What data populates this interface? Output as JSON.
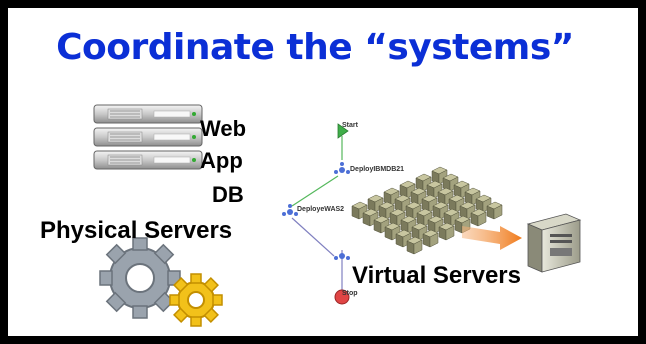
{
  "slide": {
    "title": "Coordinate the “systems”"
  },
  "labels": {
    "web": "Web",
    "app": "App",
    "db": "DB",
    "physical_servers": "Physical Servers",
    "virtual_servers": "Virtual Servers"
  },
  "workflow": {
    "start": "Start",
    "node1": "DeployIBMDB21",
    "node2": "DeployeWAS2",
    "stop": "Stop"
  },
  "icons": [
    "server-rack-icon",
    "gears-icon",
    "virtual-server-grid-icon",
    "arrow-icon",
    "computer-tower-icon"
  ],
  "colors": {
    "title": "#0b2fd6",
    "frame": "#000000",
    "arrow": "#f07a1a",
    "gear_gray": "#9aa3ad",
    "gear_yellow": "#f2c11a",
    "start_green": "#3fae49",
    "stop_red": "#e04545"
  }
}
